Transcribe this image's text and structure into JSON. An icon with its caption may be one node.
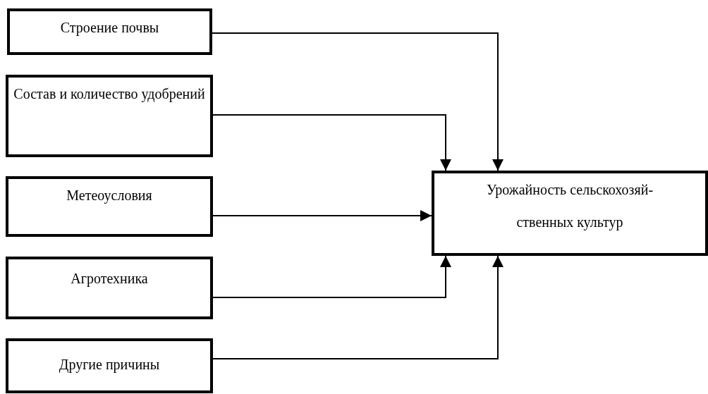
{
  "diagram": {
    "nodes": [
      {
        "text": [
          "Строение почвы"
        ]
      },
      {
        "text": [
          "Состав и количество удобрений"
        ]
      },
      {
        "text": [
          "Метеоусловия"
        ]
      },
      {
        "text": [
          "Агротехника"
        ]
      },
      {
        "text": [
          "Другие причины"
        ]
      },
      {
        "text": [
          "Урожайность сельскохозяй- ственных культур"
        ]
      }
    ],
    "edges": [
      {
        "from": 0,
        "to": 5,
        "arrow": "to"
      },
      {
        "from": 1,
        "to": 5,
        "arrow": "to"
      },
      {
        "from": 2,
        "to": 5,
        "arrow": "to"
      },
      {
        "from": 3,
        "to": 5,
        "arrow": "to"
      },
      {
        "from": 4,
        "to": 5,
        "arrow": "to"
      }
    ]
  }
}
